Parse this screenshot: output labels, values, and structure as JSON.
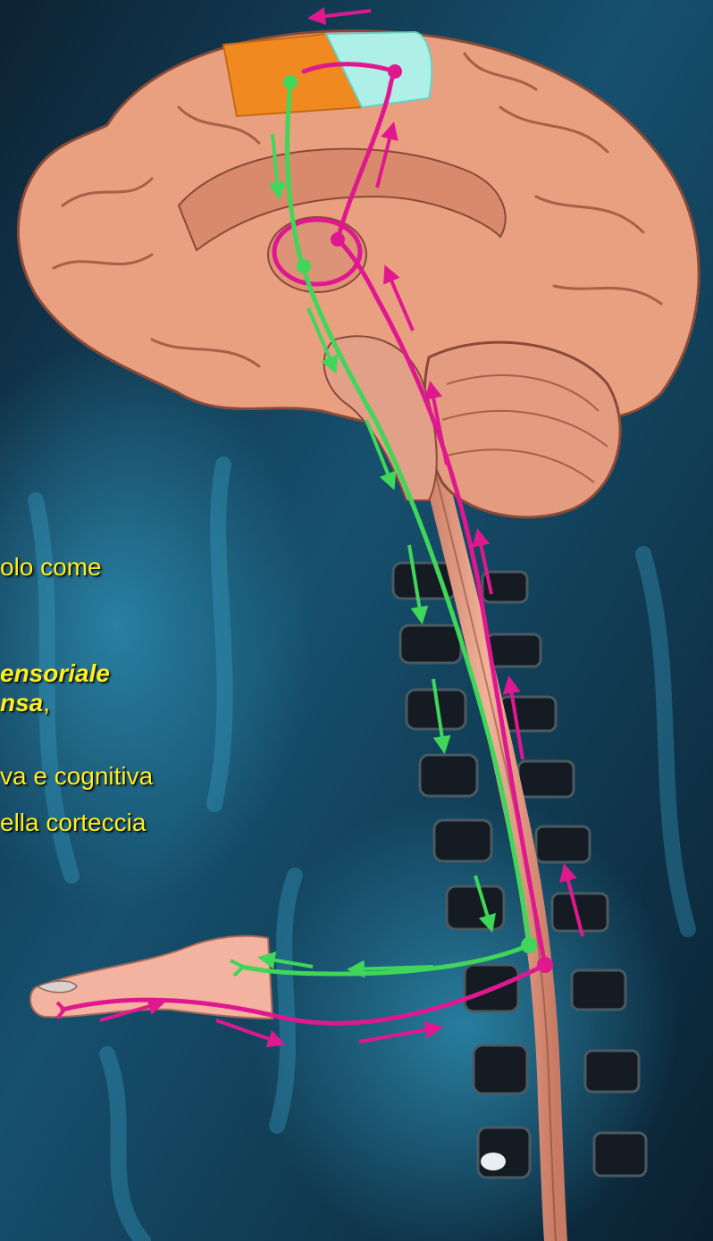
{
  "caption_lines": [
    {
      "text": "olo come",
      "style": "normal"
    },
    {
      "text": "ensoriale",
      "style": "bold-italic"
    },
    {
      "text": "nsa",
      "style": "bold-italic",
      "trail": ","
    },
    {
      "text": "va e cognitiva",
      "style": "normal"
    },
    {
      "text": "ella corteccia",
      "style": "normal"
    }
  ],
  "colors": {
    "motor_pathway": "#3fd65a",
    "sensory_pathway": "#e0188f",
    "motor_cortex": "#f08a20",
    "sensory_cortex": "#aef0e8",
    "brain": "#e8a080",
    "caption": "#ffee22",
    "background": "#0c2a3f"
  },
  "icons": [
    "brain-illustration",
    "spinal-column",
    "hand-illustration"
  ]
}
